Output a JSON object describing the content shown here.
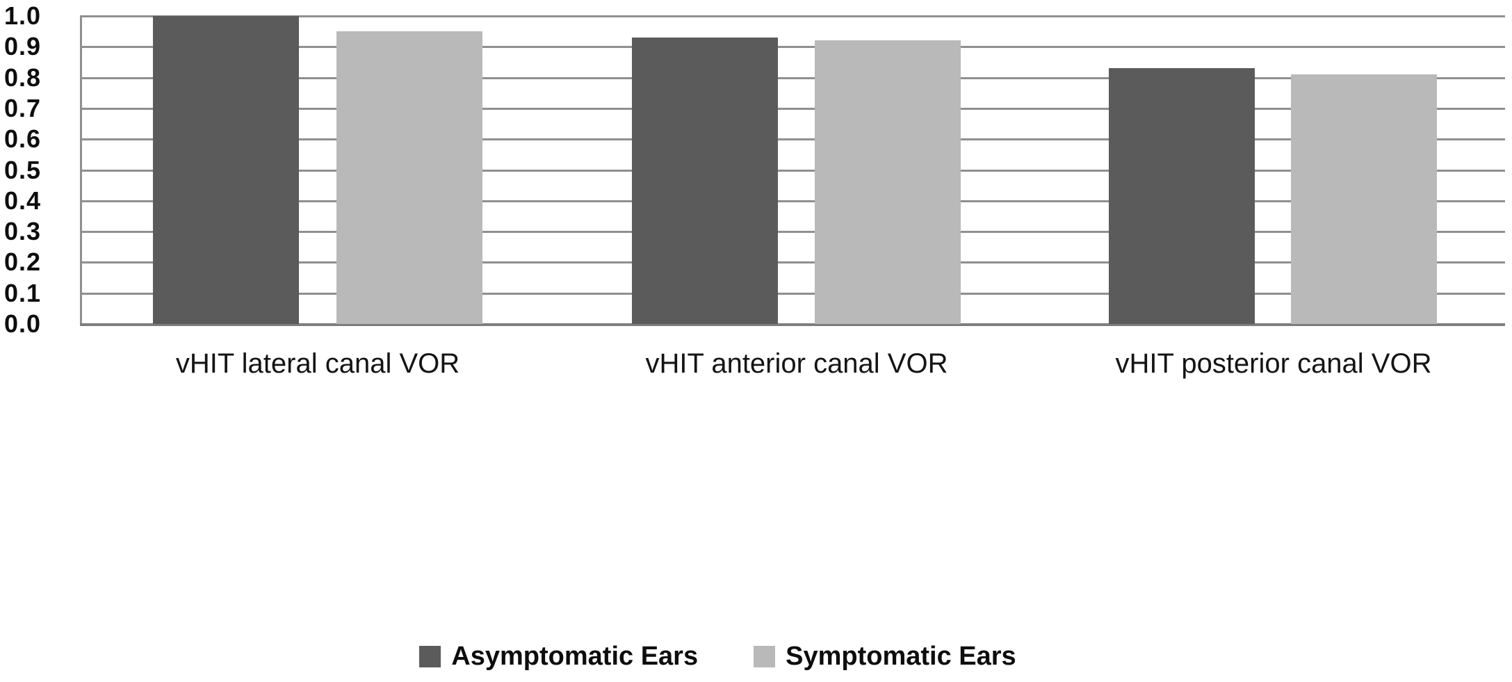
{
  "chart_data": {
    "type": "bar",
    "title": "",
    "xlabel": "",
    "ylabel": "",
    "categories": [
      "vHIT lateral canal VOR",
      "vHIT anterior canal VOR",
      "vHIT posterior canal VOR"
    ],
    "series": [
      {
        "name": "Asymptomatic Ears",
        "values": [
          1.0,
          0.93,
          0.83
        ],
        "color": "#5b5b5b"
      },
      {
        "name": "Symptomatic Ears",
        "values": [
          0.95,
          0.92,
          0.81
        ],
        "color": "#b9b9b9"
      }
    ],
    "ylim": [
      0.0,
      1.0
    ],
    "yticks": [
      "1.0",
      "0.9",
      "0.8",
      "0.7",
      "0.6",
      "0.5",
      "0.4",
      "0.3",
      "0.2",
      "0.1",
      "0.0"
    ],
    "grid": "horizontal",
    "gridline_color": "#8f8f8f",
    "axis_line_color": "#7d7d7d",
    "legend_position": "bottom-center",
    "background_color": "#ffffff"
  }
}
